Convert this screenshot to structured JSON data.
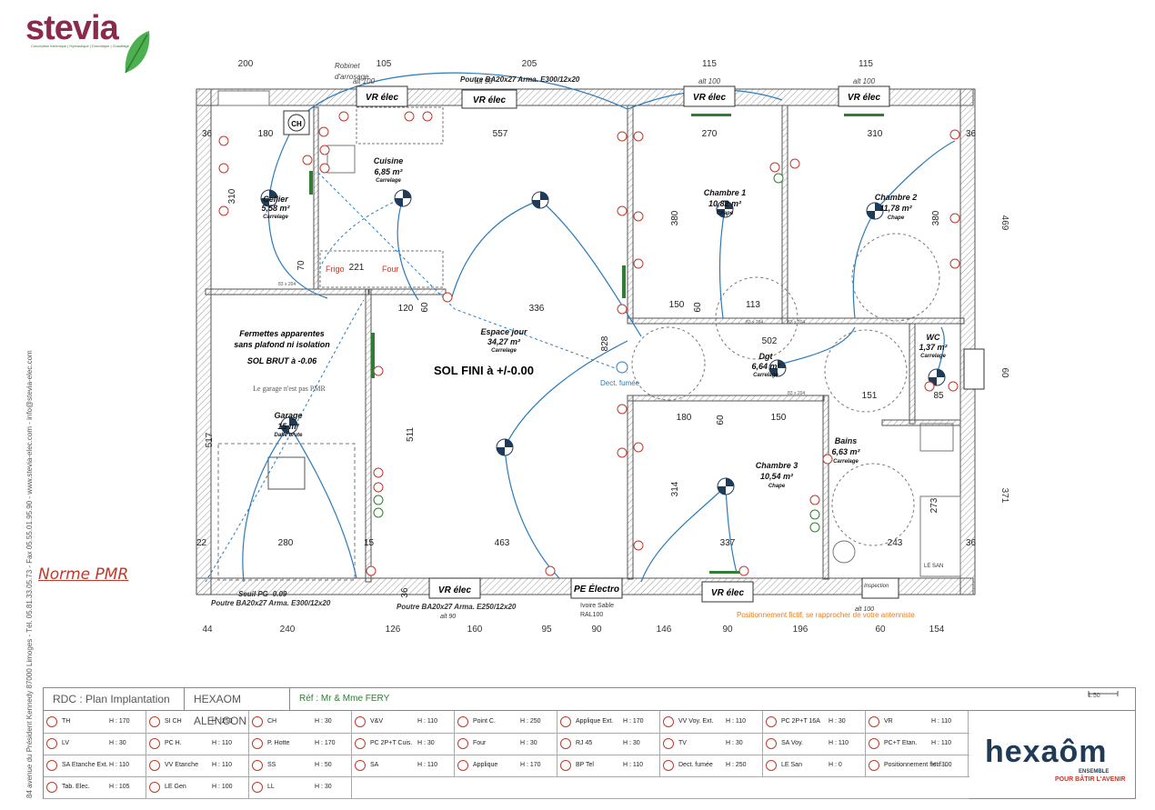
{
  "brand": {
    "logo": "stevia",
    "tagline": "Conception thermique | Hydraulique | Domotique | Chauffage",
    "contact": "84 avenue du Président Kennedy 87000 Limoges - Tél. 05.81.33.05.73 - Fax 05.55.01.95.90 - www.stevia-elec.com - info@stevia-elec.com"
  },
  "note_pmr": "Norme PMR",
  "plan": {
    "top_dims": [
      "200",
      "105",
      "205",
      "115",
      "115"
    ],
    "bottom_dims": [
      "44",
      "240",
      "126",
      "160",
      "95",
      "90",
      "146",
      "90",
      "196",
      "60",
      "154"
    ],
    "right_dims": [
      "469",
      "60",
      "371"
    ],
    "top_labels": {
      "robinet": "Robinet",
      "robinet2": "d'arrosage",
      "alt_left": "alt 100",
      "alt_mid": "alt 90",
      "alt_r1": "alt 100",
      "alt_r2": "alt 100",
      "poutre_top": "Poutre BA20x27 Arma. E300/12x20"
    },
    "bottom_labels": {
      "poutre_left": "Poutre BA20x27 Arma. E300/12x20",
      "poutre_mid": "Poutre BA20x27 Arma. E250/12x20",
      "seuil": "Seuil PG -0.09",
      "pe_electro": "PE Électro",
      "ivoire": "Ivoire Sable",
      "ral": "RAL100",
      "antenna": "Positionnement fictif, se rapprocher de votre antenniste",
      "alt_b1": "alt 90",
      "alt_b2": "alt 100",
      "inspection": "Inspection",
      "le_san": "LE SAN"
    },
    "vr_label": "VR élec",
    "rooms": [
      {
        "name": "Cuisine",
        "area": "6,85 m²",
        "floor": "Carrelage"
      },
      {
        "name": "Cellier",
        "area": "5,58 m²",
        "floor": "Carrelage"
      },
      {
        "name": "Espace jour",
        "area": "34,27 m²",
        "floor": "Carrelage"
      },
      {
        "name": "Chambre 1",
        "area": "10,82 m²",
        "floor": "Chape"
      },
      {
        "name": "Chambre 2",
        "area": "11,78 m²",
        "floor": "Chape"
      },
      {
        "name": "Chambre 3",
        "area": "10,54 m²",
        "floor": "Chape"
      },
      {
        "name": "Dgt",
        "area": "6,64 m²",
        "floor": "Carrelage"
      },
      {
        "name": "WC",
        "area": "1,37 m²",
        "floor": "Carrelage"
      },
      {
        "name": "Bains",
        "area": "6,63 m²",
        "floor": "Carrelage"
      },
      {
        "name": "Garage",
        "area": "15 m²",
        "floor": "Dalle brute"
      }
    ],
    "garage_notes": [
      "Fermettes apparentes",
      "sans plafond ni isolation",
      "SOL BRUT à -0.06",
      "Le garage n'est pas PMR"
    ],
    "sol_fini": "SOL FINI à +/-0.00",
    "inner_dims": [
      "36",
      "180",
      "557",
      "270",
      "310",
      "36",
      "310",
      "380",
      "380",
      "70",
      "221",
      "120",
      "60",
      "336",
      "150",
      "60",
      "113",
      "502",
      "828",
      "511",
      "517",
      "180",
      "60",
      "150",
      "151",
      "85",
      "314",
      "337",
      "273",
      "243",
      "280",
      "463",
      "22",
      "15",
      "36",
      "36"
    ],
    "misc": {
      "frigo": "Frigo",
      "four": "Four",
      "dect": "Dect. fumée",
      "door": "83 x 204"
    }
  },
  "legend": {
    "title": "RDC : Plan Implantation",
    "agency": "HEXAOM ALENCON",
    "reference": "Réf : Mr & Mme FERY",
    "scale": "1:50",
    "rows": [
      [
        {
          "name": "TH",
          "h": "H : 170"
        },
        {
          "name": "SI CH",
          "h": "H : 250"
        },
        {
          "name": "CH",
          "h": "H : 30"
        },
        {
          "name": "V&V",
          "h": "H : 110"
        },
        {
          "name": "Point C.",
          "h": "H : 250"
        },
        {
          "name": "Applique Ext.",
          "h": "H : 170"
        },
        {
          "name": "VV Voy. Ext.",
          "h": "H : 110"
        },
        {
          "name": "PC 2P+T 16A",
          "h": "H : 30"
        },
        {
          "name": "VR",
          "h": "H : 110"
        }
      ],
      [
        {
          "name": "LV",
          "h": "H : 30"
        },
        {
          "name": "PC H.",
          "h": "H : 110"
        },
        {
          "name": "P. Hotte",
          "h": "H : 170"
        },
        {
          "name": "PC 2P+T Cuis.",
          "h": "H : 30"
        },
        {
          "name": "Four",
          "h": "H : 30"
        },
        {
          "name": "RJ 45",
          "h": "H : 30"
        },
        {
          "name": "TV",
          "h": "H : 30"
        },
        {
          "name": "SA Voy.",
          "h": "H : 110"
        },
        {
          "name": "PC+T Etan.",
          "h": "H : 110"
        }
      ],
      [
        {
          "name": "SA Etanche Ext.",
          "h": "H : 110"
        },
        {
          "name": "VV Etanche",
          "h": "H : 110"
        },
        {
          "name": "SS",
          "h": "H : 50"
        },
        {
          "name": "SA",
          "h": "H : 110"
        },
        {
          "name": "Applique",
          "h": "H : 170"
        },
        {
          "name": "BP Tel",
          "h": "H : 110"
        },
        {
          "name": "Dect. fumée",
          "h": "H : 250"
        },
        {
          "name": "LE San",
          "h": "H : 0"
        },
        {
          "name": "Positionnement fictif ...",
          "h": "H : 300"
        }
      ],
      [
        {
          "name": "Tab. Elec.",
          "h": "H : 105"
        },
        {
          "name": "LE Gen",
          "h": "H : 100"
        },
        {
          "name": "LL",
          "h": "H : 30"
        }
      ]
    ],
    "brand": "hexaôm",
    "brand_tag1": "ENSEMBLE",
    "brand_tag2": "POUR BÂTIR L'AVENIR"
  },
  "colors": {
    "wall": "#9e9e9e",
    "wire": "#2b7bb9",
    "outlet": "#c0392b",
    "logo": "#8b2a4a",
    "brand": "#1f3b57"
  }
}
